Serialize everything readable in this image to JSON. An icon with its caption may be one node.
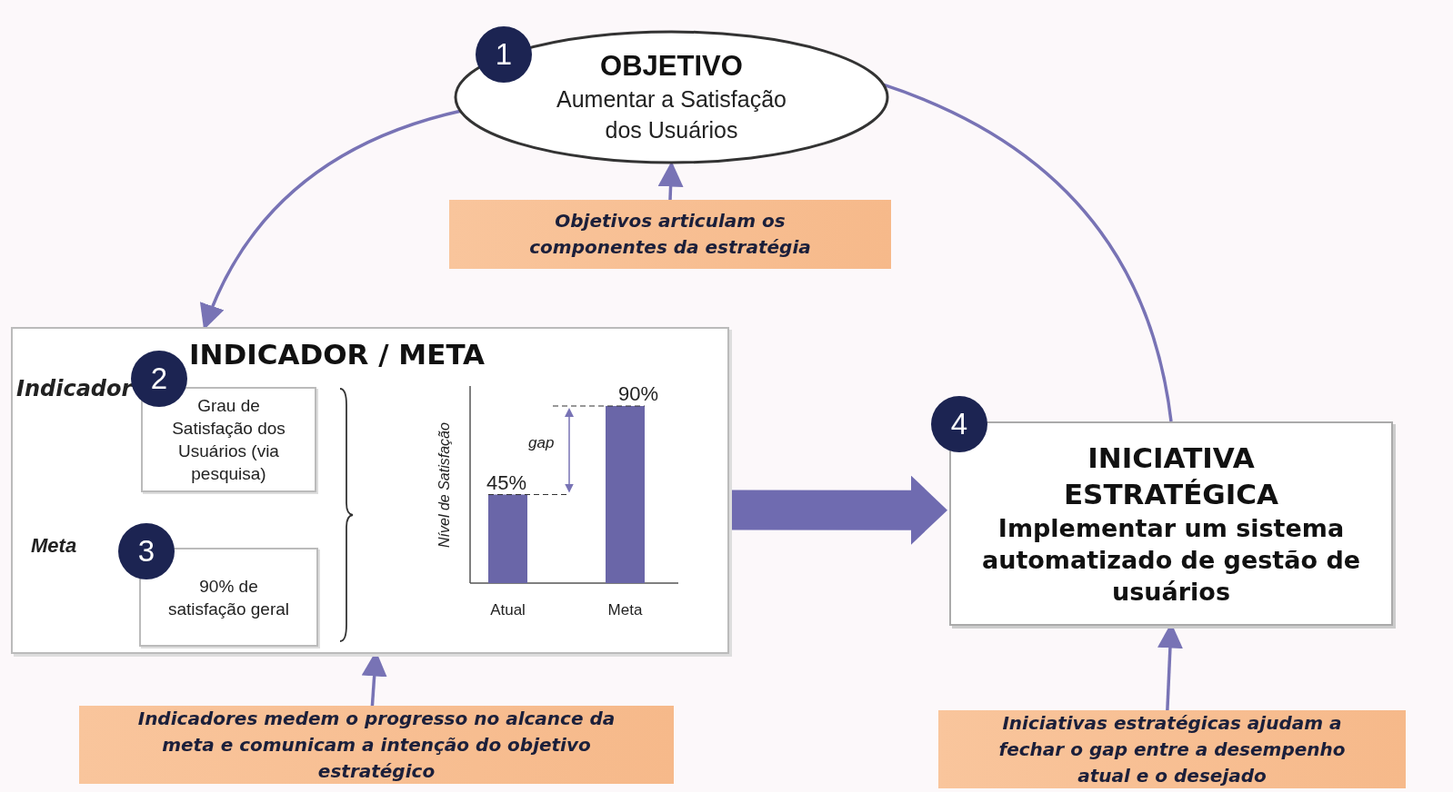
{
  "diagram": {
    "nodes": [
      {
        "text": [
          "OBJETIVO",
          "Aumentar a Satisfação dos Usuários"
        ]
      },
      {
        "text": [
          "1"
        ]
      },
      {
        "text": [
          "Objetivos articulam os componentes da estratégia"
        ]
      },
      {
        "text": [
          "INDICADOR / META"
        ]
      },
      {
        "text": [
          "2"
        ],
        "in": 3
      },
      {
        "text": [
          "Grau de Satisfação dos Usuários (via pesquisa)"
        ],
        "in": 3
      },
      {
        "text": [
          "3"
        ],
        "in": 3
      },
      {
        "text": [
          "90% de satisfação geral"
        ],
        "in": 3
      },
      {
        "text": [
          "INICIATIVA ESTRATÉGICA",
          "Implementar um sistema automatizado de gestão de usuários"
        ]
      },
      {
        "text": [
          "4"
        ]
      },
      {
        "text": [
          "Indicadores medem o progresso no alcance da meta e comunicam a intenção do objetivo estratégico"
        ]
      },
      {
        "text": [
          "Iniciativas estratégicas ajudam a fechar o gap entre a desempenho atual e o desejado"
        ]
      }
    ],
    "edges": [
      {
        "from": 0,
        "to": 3,
        "arrow": "to"
      },
      {
        "from": 8,
        "to": 0,
        "arrow": "none"
      },
      {
        "from": 2,
        "to": 0,
        "arrow": "to"
      },
      {
        "from": 3,
        "to": 8,
        "arrow": "to",
        "style": "thick"
      },
      {
        "from": 10,
        "to": 3,
        "arrow": "to"
      },
      {
        "from": 11,
        "to": 8,
        "arrow": "to"
      }
    ],
    "labels": [
      "Indicador",
      "Meta"
    ],
    "chart_data": {
      "type": "bar",
      "ylabel": "Nível de Satisfação",
      "categories": [
        "Atual",
        "Meta"
      ],
      "values": [
        45,
        90
      ],
      "value_labels": [
        "45%",
        "90%"
      ],
      "annotations": [
        "gap"
      ]
    }
  }
}
